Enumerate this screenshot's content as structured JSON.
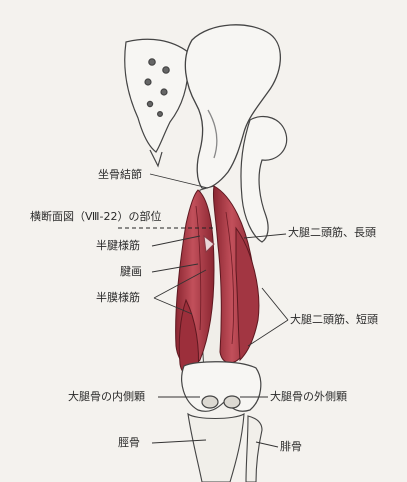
{
  "figure": {
    "labels": {
      "sacrotuberous_ligament": "坐骨結節",
      "cross_section": "横断面図（Ⅷ-22）の部位",
      "semitendinosus": "半腱様筋",
      "tendon_surface": "腱画",
      "semimembranosus": "半膜様筋",
      "biceps_long_head": "大腿二頭筋、長頭",
      "biceps_short_head": "大腿二頭筋、短頭",
      "medial_condyle": "大腿骨の内側顆",
      "lateral_condyle": "大腿骨の外側顆",
      "tibia": "脛骨",
      "fibula": "腓骨"
    },
    "colors": {
      "muscle": "#b23a45",
      "muscle_dark": "#7e1f2a",
      "bone_fill": "#f7f6f3",
      "line": "#333333"
    }
  }
}
